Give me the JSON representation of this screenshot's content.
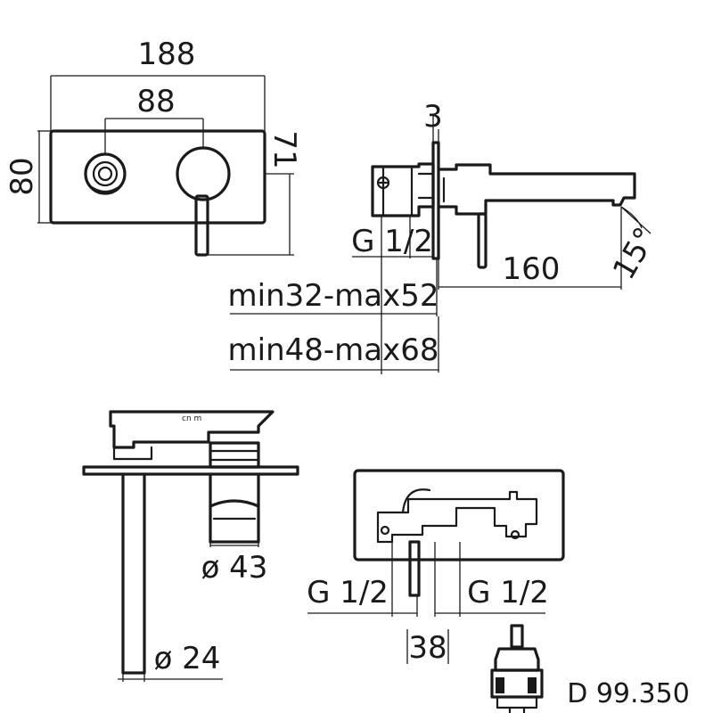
{
  "drawing_code": "D 99.350",
  "front_view": {
    "width_total": "188",
    "axis_distance": "88",
    "height_plate": "80",
    "height_spout": "71"
  },
  "side_view": {
    "plate_thickness": "3",
    "connection": "G 1/2",
    "projection": "160",
    "spout_angle": "15°",
    "depth_range_1": "min32-max52",
    "depth_range_2": "min48-max68"
  },
  "section_view": {
    "cartridge_diameter": "ø 43",
    "spout_diameter": "ø 24"
  },
  "rear_view": {
    "connection_left": "G 1/2",
    "connection_right": "G 1/2",
    "center_distance": "38"
  },
  "colors": {
    "line": "#1a1a1a",
    "background": "#ffffff"
  }
}
